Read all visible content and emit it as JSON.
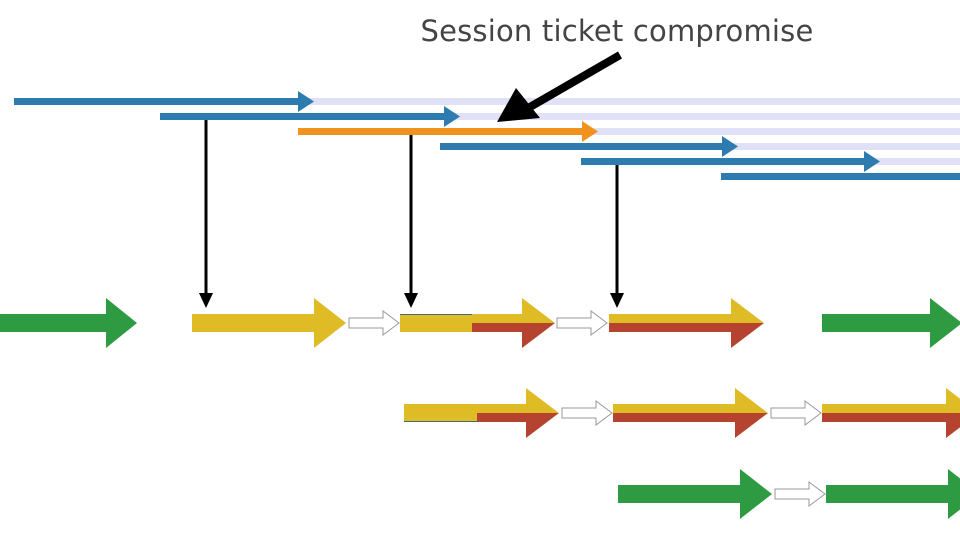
{
  "title": "Session ticket compromise",
  "colors": {
    "ticket": "#2e7bb0",
    "ticket_validity": "#e0e0f6",
    "compromised_ticket": "#f0931e",
    "pointer": "#000000",
    "resumed": "#dfbc25",
    "compromised": "#b5432f",
    "secure": "#2e9b43",
    "link": "#ffffff",
    "link_stroke": "#999999"
  },
  "tickets": [
    {
      "id": "ticket-1",
      "status": "active"
    },
    {
      "id": "ticket-2",
      "status": "active"
    },
    {
      "id": "ticket-3",
      "status": "compromised"
    },
    {
      "id": "ticket-4",
      "status": "active"
    },
    {
      "id": "ticket-5",
      "status": "active"
    },
    {
      "id": "ticket-6",
      "status": "active"
    }
  ],
  "connections": [
    {
      "id": "conn-row1-1",
      "state": "secure"
    },
    {
      "id": "conn-row1-2",
      "state": "resumed"
    },
    {
      "id": "conn-row1-3",
      "state": "partially-compromised"
    },
    {
      "id": "conn-row1-4",
      "state": "compromised"
    },
    {
      "id": "conn-row1-5",
      "state": "secure"
    },
    {
      "id": "conn-row2-1",
      "state": "partially-compromised"
    },
    {
      "id": "conn-row2-2",
      "state": "compromised"
    },
    {
      "id": "conn-row2-3",
      "state": "compromised"
    },
    {
      "id": "conn-row3-1",
      "state": "secure"
    },
    {
      "id": "conn-row3-2",
      "state": "secure"
    }
  ]
}
